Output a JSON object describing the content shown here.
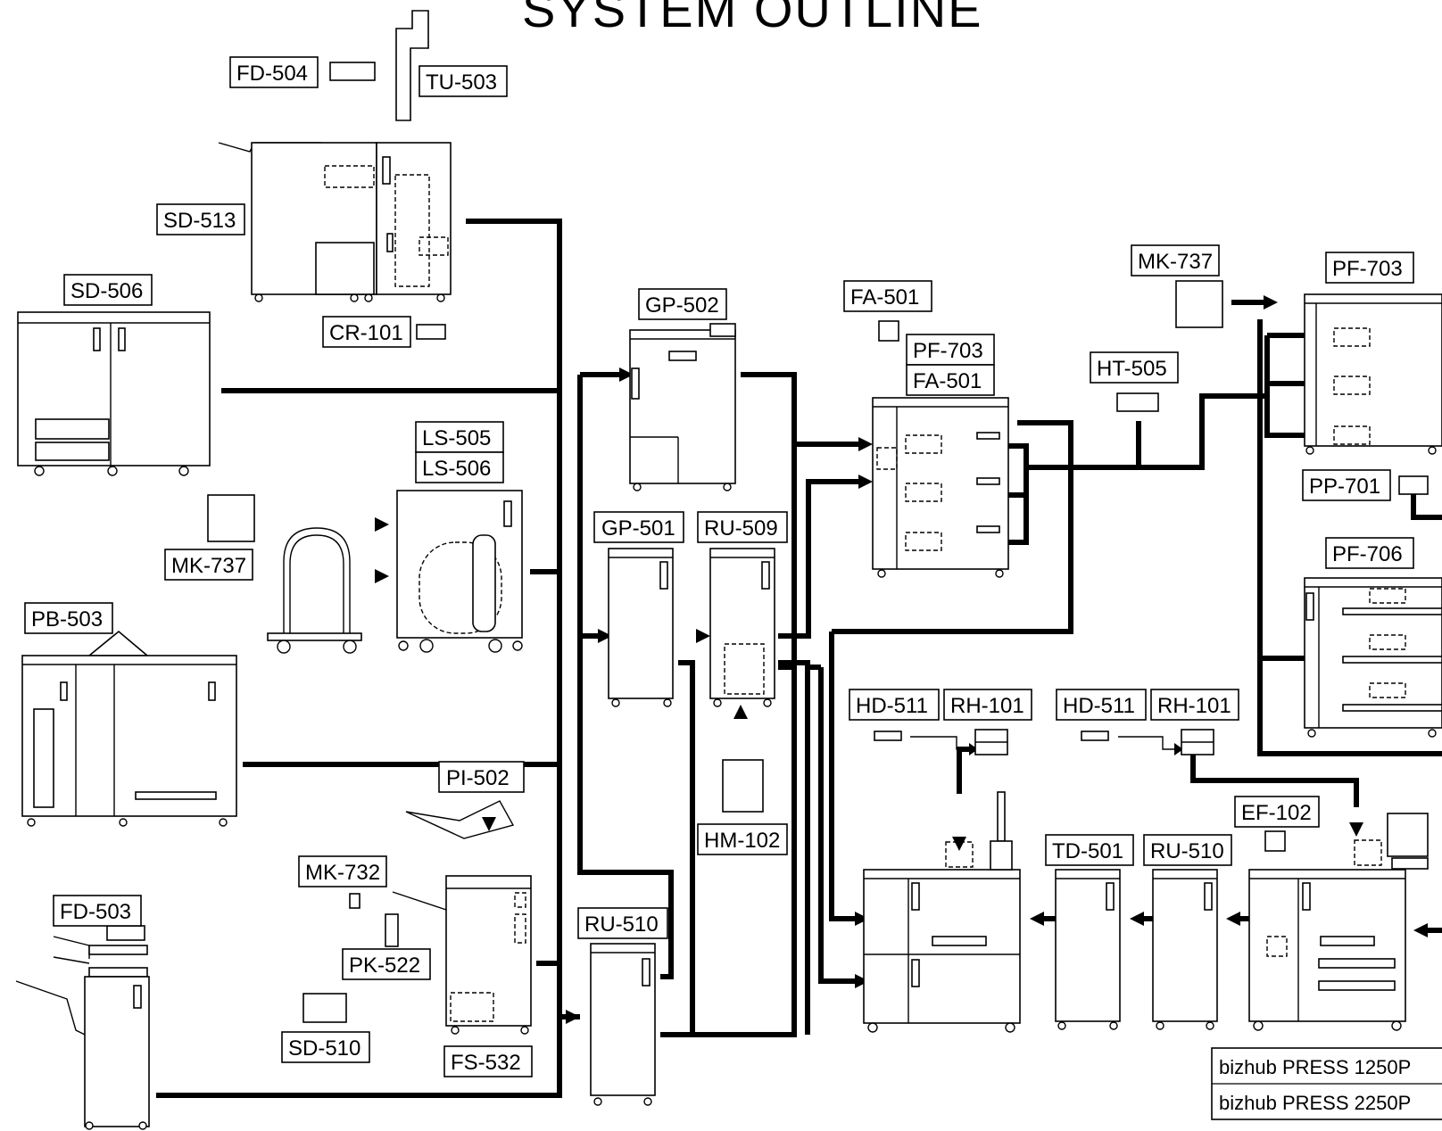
{
  "title": "SYSTEM OUTLINE",
  "labels": {
    "fd504": "FD-504",
    "tu503": "TU-503",
    "sd513": "SD-513",
    "cr101": "CR-101",
    "sd506": "SD-506",
    "ls505": "LS-505",
    "ls506": "LS-506",
    "mk737a": "MK-737",
    "pb503": "PB-503",
    "pi502": "PI-502",
    "mk732": "MK-732",
    "pk522": "PK-522",
    "sd510": "SD-510",
    "fs532": "FS-532",
    "fd503": "FD-503",
    "gp502": "GP-502",
    "gp501": "GP-501",
    "ru509": "RU-509",
    "hm102": "HM-102",
    "ru510a": "RU-510",
    "fa501a": "FA-501",
    "pf703a": "PF-703",
    "fa501b": "FA-501",
    "mk737b": "MK-737",
    "ht505": "HT-505",
    "pf703b": "PF-703",
    "pp701": "PP-701",
    "pf706": "PF-706",
    "hd511a": "HD-511",
    "rh101a": "RH-101",
    "hd511b": "HD-511",
    "rh101b": "RH-101",
    "ef102": "EF-102",
    "td501": "TD-501",
    "ru510b": "RU-510"
  },
  "model_names": [
    "bizhub PRESS 1250P",
    "bizhub PRESS 2250P"
  ]
}
